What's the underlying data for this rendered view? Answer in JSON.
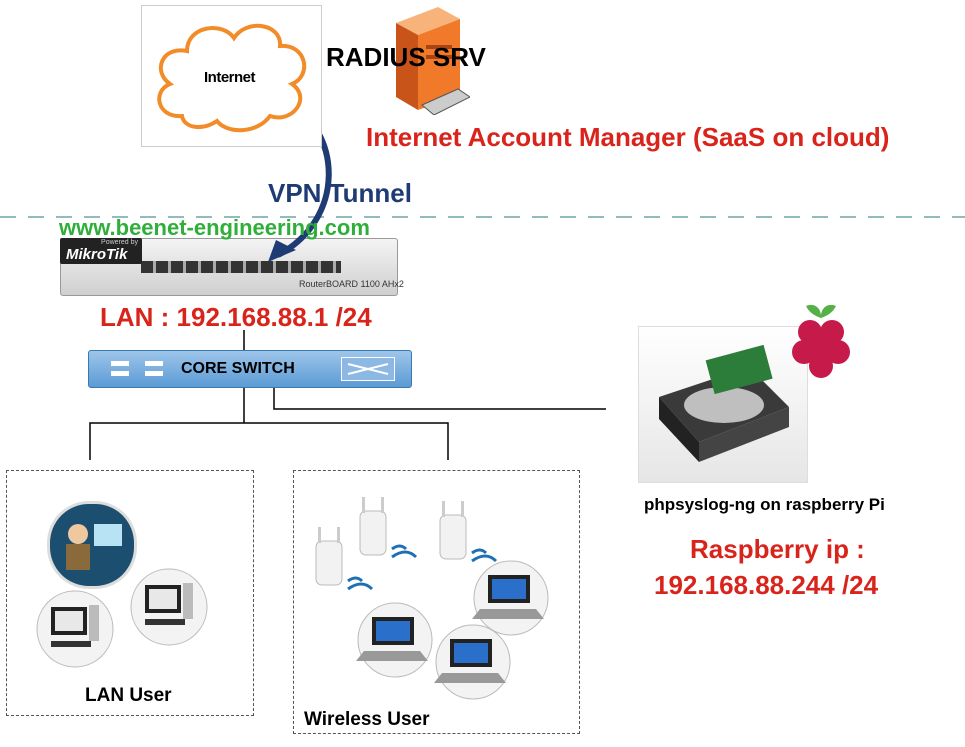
{
  "internet": {
    "label": "Internet"
  },
  "radius": {
    "label": "RADIUS SRV"
  },
  "iam": {
    "label": "Internet Account Manager (SaaS on cloud)"
  },
  "vpn": {
    "label": "VPN Tunnel"
  },
  "watermark": {
    "text": "www.beenet-engineering.com"
  },
  "router": {
    "brand": "MikroTik",
    "powered": "Powered by",
    "model": "RouterBOARD 1100 AHx2"
  },
  "lan": {
    "label": "LAN : 192.168.88.1 /24"
  },
  "core_switch": {
    "label": "CORE SWITCH"
  },
  "raspberry": {
    "caption": "phpsyslog-ng on raspberry Pi",
    "ip_title": "Raspberry ip :",
    "ip_value": "192.168.88.244 /24"
  },
  "groups": {
    "lan_user": "LAN User",
    "wireless_user": "Wireless User"
  },
  "colors": {
    "accent_red": "#d9241c",
    "vpn_blue": "#1f3b73",
    "watermark_green": "#2fae3a",
    "switch_blue": "#5b9bd5"
  }
}
